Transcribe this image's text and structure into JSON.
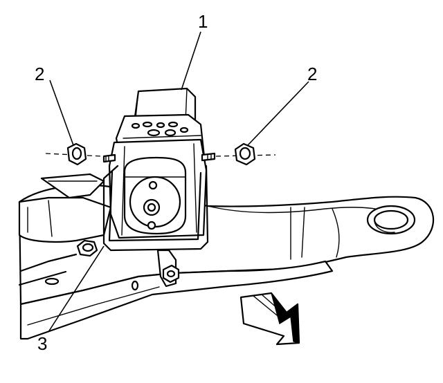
{
  "diagram": {
    "callouts": [
      {
        "id": "label-1",
        "text": "1"
      },
      {
        "id": "label-2-left",
        "text": "2"
      },
      {
        "id": "label-2-right",
        "text": "2"
      },
      {
        "id": "label-3",
        "text": "3"
      }
    ],
    "icons": {
      "direction_arrow": "forward-direction-arrow-icon"
    }
  }
}
